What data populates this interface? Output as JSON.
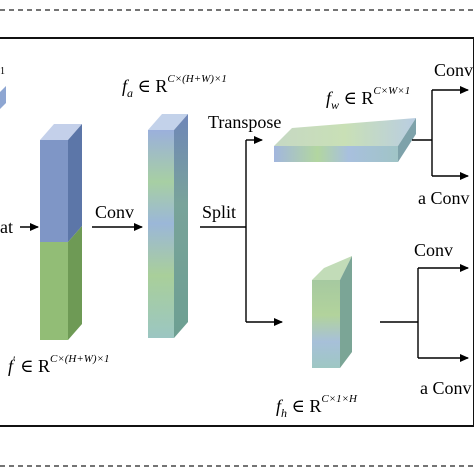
{
  "colors": {
    "frame": "#1a1a1a",
    "arrow": "#000000",
    "blue_block": "#7f96c4",
    "green_block": "#8fb873",
    "gradient_blue": "#93a9d6",
    "gradient_green": "#a9cf96",
    "gradient_teal": "#9cc8c8"
  },
  "labels": {
    "corner_top": "1",
    "concat_label": "at",
    "conv_main": "Conv",
    "split": "Split",
    "transpose": "Transpose",
    "conv_top_right": "Conv",
    "aconv_mid_right": "a Conv",
    "conv_lower_right": "Conv",
    "aconv_bottom_right": "a Conv"
  },
  "math": {
    "fa": {
      "sym": "f",
      "sub": "a",
      "rel": " ∈ R",
      "sup": "C×(H+W)×1"
    },
    "fw": {
      "sym": "f",
      "sub": "w",
      "rel": " ∈ R",
      "sup": "C×W×1"
    },
    "fcat": {
      "sym": "f",
      "sub": "′",
      "rel": " ∈ R",
      "sup": "C×(H+W)×1"
    },
    "fh": {
      "sym": "f",
      "sub": "h",
      "rel": " ∈ R",
      "sup": "C×1×H"
    }
  }
}
